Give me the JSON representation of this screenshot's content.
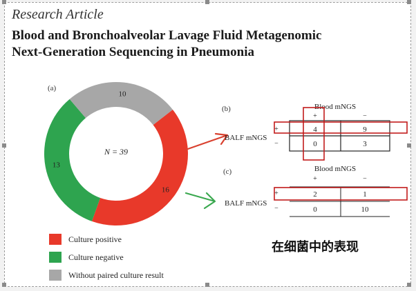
{
  "header": {
    "label": "Research Article",
    "title_line1": "Blood and Bronchoalveolar Lavage Fluid Metagenomic",
    "title_line2": "Next-Generation Sequencing in Pneumonia"
  },
  "colors": {
    "positive": "#e8392a",
    "negative": "#2ea44f",
    "unpaired": "#a7a7a7",
    "annotation": "#c21a1a",
    "arrow_red": "#d9412f",
    "arrow_green": "#3aa84f"
  },
  "chart_data": {
    "type": "pie",
    "panel_label": "(a)",
    "center_label": "N = 39",
    "slices": [
      {
        "name": "Culture positive",
        "value": 16,
        "color": "#e8392a"
      },
      {
        "name": "Culture negative",
        "value": 13,
        "color": "#2ea44f"
      },
      {
        "name": "Without paired culture result",
        "value": 10,
        "color": "#a7a7a7"
      }
    ],
    "legend_placement": "bottom-left"
  },
  "tables": [
    {
      "panel_label": "(b)",
      "col_header": "Blood mNGS",
      "row_header": "BALF mNGS",
      "col_signs": [
        "+",
        "−"
      ],
      "row_signs": [
        "+",
        "−"
      ],
      "cells": [
        [
          "4",
          "9"
        ],
        [
          "0",
          "3"
        ]
      ]
    },
    {
      "panel_label": "(c)",
      "col_header": "Blood mNGS",
      "row_header": "BALF mNGS",
      "col_signs": [
        "+",
        "−"
      ],
      "row_signs": [
        "+",
        "−"
      ],
      "cells": [
        [
          "2",
          "1"
        ],
        [
          "0",
          "10"
        ]
      ]
    }
  ],
  "caption": "在细菌中的表现"
}
